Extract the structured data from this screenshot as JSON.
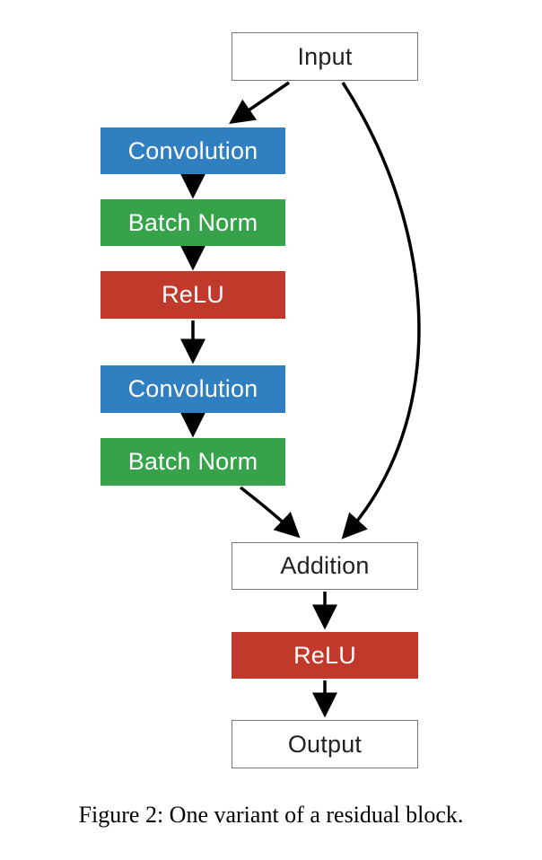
{
  "colors": {
    "conv": "#2f7fc1",
    "bn": "#36a24a",
    "relu": "#c0392b",
    "edge": "#000000"
  },
  "nodes": {
    "input": "Input",
    "conv1": "Convolution",
    "bn1": "Batch Norm",
    "relu1": "ReLU",
    "conv2": "Convolution",
    "bn2": "Batch Norm",
    "addition": "Addition",
    "relu2": "ReLU",
    "output": "Output"
  },
  "caption": "Figure 2: One variant of a residual block."
}
